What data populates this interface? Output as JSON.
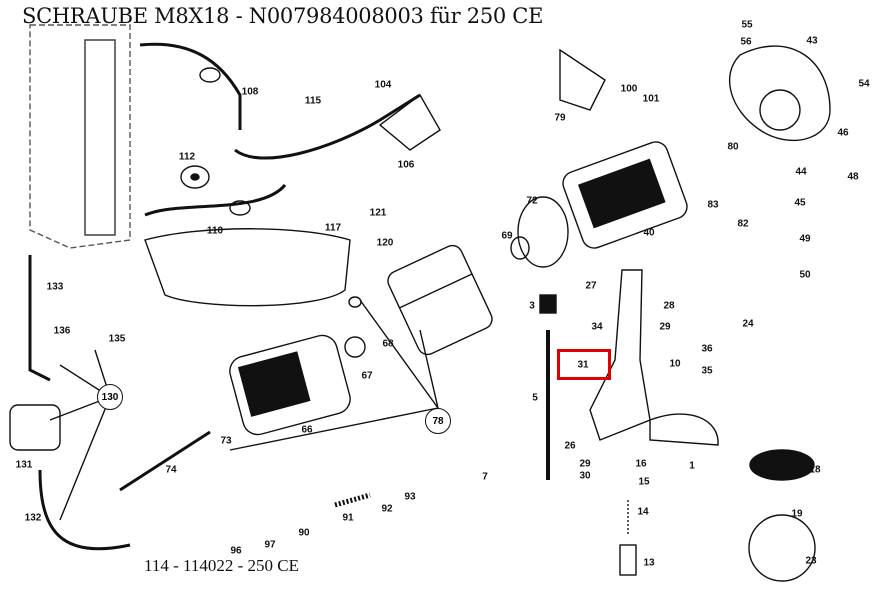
{
  "title": "SCHRAUBE M8X18 - N007984008003 für 250 CE",
  "footer": "114 - 114022 - 250 CE",
  "highlight_color": "#e00000",
  "highlighted_part": "31",
  "labels": [
    "55",
    "56",
    "43",
    "54",
    "79",
    "100",
    "101",
    "80",
    "46",
    "44",
    "48",
    "83",
    "45",
    "82",
    "49",
    "40",
    "50",
    "72",
    "69",
    "108",
    "115",
    "104",
    "106",
    "112",
    "110",
    "117",
    "121",
    "120",
    "133",
    "136",
    "135",
    "130",
    "131",
    "132",
    "27",
    "28",
    "3",
    "24",
    "34",
    "29",
    "36",
    "10",
    "35",
    "31",
    "68",
    "67",
    "78",
    "66",
    "5",
    "73",
    "74",
    "26",
    "16",
    "1",
    "29",
    "30",
    "15",
    "18",
    "7",
    "93",
    "92",
    "91",
    "14",
    "19",
    "90",
    "97",
    "96",
    "13",
    "23"
  ]
}
